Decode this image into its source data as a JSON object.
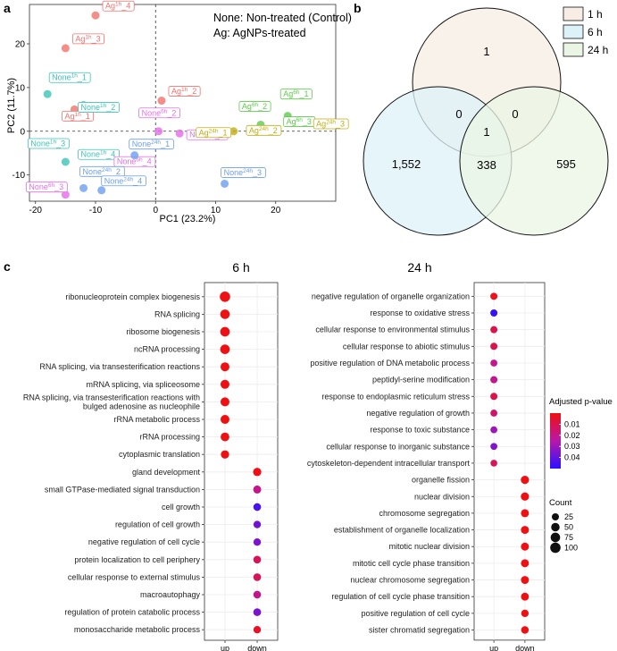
{
  "panel_labels": {
    "a": "a",
    "b": "b",
    "c": "c"
  },
  "chart_data": [
    {
      "type": "scatter",
      "panel": "a",
      "xlabel": "PC1 (23.2%)",
      "ylabel": "PC2 (11.7%)",
      "xlim": [
        -21,
        30
      ],
      "ylim": [
        -16,
        29
      ],
      "xticks": [
        "-20",
        "-10",
        "0",
        "10",
        "20"
      ],
      "xtick_values": [
        -20,
        -10,
        0,
        10,
        20
      ],
      "yticks": [
        "-10",
        "0",
        "10",
        "20"
      ],
      "ytick_values": [
        -10,
        0,
        10,
        20
      ],
      "reference_lines": {
        "x": 0,
        "y": 0,
        "style": "dashed"
      },
      "legend_text": [
        "None: Non-treated (Control)",
        "Ag: AgNPs-treated"
      ],
      "groups": {
        "Ag 1h": {
          "color": "#f2706b"
        },
        "None 1h": {
          "color": "#39c4b6"
        },
        "Ag 6h": {
          "color": "#5ccc4a"
        },
        "None 6h": {
          "color": "#e56ce8"
        },
        "Ag 24h": {
          "color": "#c1ad14"
        },
        "None 24h": {
          "color": "#6c9df0"
        }
      },
      "points": [
        {
          "x": -10,
          "y": 26.5,
          "group": "Ag 1h",
          "label": {
            "base": "Ag",
            "sup": "1h",
            "tail": "_4"
          }
        },
        {
          "x": -15,
          "y": 19,
          "group": "Ag 1h",
          "label": {
            "base": "Ag",
            "sup": "1h",
            "tail": "_3"
          }
        },
        {
          "x": 1,
          "y": 7,
          "group": "Ag 1h",
          "label": {
            "base": "Ag",
            "sup": "1h",
            "tail": "_2"
          }
        },
        {
          "x": -13.5,
          "y": 5,
          "group": "Ag 1h",
          "label": {
            "base": "Ag",
            "sup": "1h",
            "tail": "_1"
          }
        },
        {
          "x": -18,
          "y": 8.5,
          "group": "None 1h",
          "label": {
            "base": "None",
            "sup": "1h",
            "tail": "_1"
          }
        },
        {
          "x": -12,
          "y": 6,
          "group": "None 1h",
          "label": {
            "base": "None",
            "sup": "1h",
            "tail": "_2"
          }
        },
        {
          "x": -15,
          "y": -7,
          "group": "None 1h",
          "label": {
            "base": "None",
            "sup": "1h",
            "tail": "_3"
          }
        },
        {
          "x": -12,
          "y": -5,
          "group": "None 1h",
          "label": {
            "base": "None",
            "sup": "1h",
            "tail": "_4"
          }
        },
        {
          "x": 22,
          "y": 3.5,
          "group": "Ag 6h",
          "label": {
            "base": "Ag",
            "sup": "6h",
            "tail": "_1"
          }
        },
        {
          "x": 17.5,
          "y": 1.5,
          "group": "Ag 6h",
          "label": {
            "base": "Ag",
            "sup": "6h",
            "tail": "_2"
          }
        },
        {
          "x": 24,
          "y": 2.5,
          "group": "Ag 6h",
          "label": {
            "base": "Ag",
            "sup": "6h",
            "tail": "_3"
          }
        },
        {
          "x": 0.5,
          "y": 0,
          "group": "None 6h",
          "label": {
            "base": "None",
            "sup": "6h",
            "tail": "_2"
          }
        },
        {
          "x": 4,
          "y": -0.5,
          "group": "None 6h",
          "label": {
            "base": "None",
            "sup": "6h",
            "tail": "_1"
          }
        },
        {
          "x": -6,
          "y": -9.5,
          "group": "None 6h",
          "label": {
            "base": "None",
            "sup": "6h",
            "tail": "_4"
          }
        },
        {
          "x": -15,
          "y": -14.5,
          "group": "None 6h",
          "label": {
            "base": "None",
            "sup": "6h",
            "tail": "_3"
          }
        },
        {
          "x": 13,
          "y": 0,
          "group": "Ag 24h",
          "label": {
            "base": "Ag",
            "sup": "24h",
            "tail": "_1"
          }
        },
        {
          "x": 17.5,
          "y": 0.5,
          "group": "Ag 24h",
          "label": {
            "base": "Ag",
            "sup": "24h",
            "tail": "_2"
          }
        },
        {
          "x": 27.5,
          "y": 2,
          "group": "Ag 24h",
          "label": {
            "base": "Ag",
            "sup": "24h",
            "tail": "_3"
          }
        },
        {
          "x": -3.5,
          "y": -5.5,
          "group": "None 24h",
          "label": {
            "base": "None",
            "sup": "24h",
            "tail": "_1"
          }
        },
        {
          "x": -12,
          "y": -13,
          "group": "None 24h",
          "label": {
            "base": "None",
            "sup": "24h",
            "tail": "_2"
          }
        },
        {
          "x": 11.5,
          "y": -12,
          "group": "None 24h",
          "label": {
            "base": "None",
            "sup": "24h",
            "tail": "_3"
          }
        },
        {
          "x": -9,
          "y": -13.5,
          "group": "None 24h",
          "label": {
            "base": "None",
            "sup": "24h",
            "tail": "_4"
          }
        }
      ]
    },
    {
      "type": "venn",
      "panel": "b",
      "sets": [
        {
          "name": "1 h",
          "fill": "#f7ede4"
        },
        {
          "name": "6 h",
          "fill": "#ddf1f8"
        },
        {
          "name": "24 h",
          "fill": "#ebf5e4"
        }
      ],
      "regions": {
        "1h_only": "1",
        "6h_only": "1,552",
        "24h_only": "595",
        "1h_6h": "0",
        "1h_24h": "0",
        "6h_24h": "338",
        "all": "1"
      }
    },
    {
      "type": "dot",
      "panel": "c",
      "title": "6 h",
      "x_categories": [
        "up",
        "down"
      ],
      "terms": [
        {
          "term": "ribonucleoprotein complex biogenesis",
          "x": "up",
          "count": 100,
          "padj": 0.0005
        },
        {
          "term": "RNA splicing",
          "x": "up",
          "count": 75,
          "padj": 0.0005
        },
        {
          "term": "ribosome biogenesis",
          "x": "up",
          "count": 75,
          "padj": 0.0005
        },
        {
          "term": "ncRNA processing",
          "x": "up",
          "count": 75,
          "padj": 0.0005
        },
        {
          "term": "RNA splicing, via transesterification reactions",
          "x": "up",
          "count": 60,
          "padj": 0.0005
        },
        {
          "term": "mRNA splicing, via spliceosome",
          "x": "up",
          "count": 60,
          "padj": 0.0005
        },
        {
          "term": "RNA splicing, via transesterification reactions with bulged adenosine as nucleophile",
          "x": "up",
          "count": 60,
          "padj": 0.0005
        },
        {
          "term": "rRNA metabolic process",
          "x": "up",
          "count": 60,
          "padj": 0.0005
        },
        {
          "term": "rRNA processing",
          "x": "up",
          "count": 55,
          "padj": 0.0005
        },
        {
          "term": "cytoplasmic translation",
          "x": "up",
          "count": 45,
          "padj": 0.0005
        },
        {
          "term": "gland development",
          "x": "down",
          "count": 45,
          "padj": 0.001
        },
        {
          "term": "small GTPase-mediated signal transduction",
          "x": "down",
          "count": 40,
          "padj": 0.02
        },
        {
          "term": "cell growth",
          "x": "down",
          "count": 35,
          "padj": 0.045
        },
        {
          "term": "regulation of cell growth",
          "x": "down",
          "count": 30,
          "padj": 0.038
        },
        {
          "term": "negative regulation of cell cycle",
          "x": "down",
          "count": 30,
          "padj": 0.036
        },
        {
          "term": "protein localization to cell periphery",
          "x": "down",
          "count": 35,
          "padj": 0.012
        },
        {
          "term": "cellular response to external stimulus",
          "x": "down",
          "count": 35,
          "padj": 0.012
        },
        {
          "term": "macroautophagy",
          "x": "down",
          "count": 35,
          "padj": 0.02
        },
        {
          "term": "regulation of protein catabolic process",
          "x": "down",
          "count": 35,
          "padj": 0.036
        },
        {
          "term": "monosaccharide metabolic process",
          "x": "down",
          "count": 30,
          "padj": 0.004
        }
      ]
    },
    {
      "type": "dot",
      "panel": "c",
      "title": "24 h",
      "x_categories": [
        "up",
        "down"
      ],
      "terms": [
        {
          "term": "negative regulation of organelle organization",
          "x": "up",
          "count": 25,
          "padj": 0.002
        },
        {
          "term": "response to oxidative stress",
          "x": "up",
          "count": 25,
          "padj": 0.048
        },
        {
          "term": "cellular response to environmental stimulus",
          "x": "up",
          "count": 25,
          "padj": 0.01
        },
        {
          "term": "cellular response to abiotic stimulus",
          "x": "up",
          "count": 25,
          "padj": 0.01
        },
        {
          "term": "positive regulation of DNA metabolic process",
          "x": "up",
          "count": 22,
          "padj": 0.02
        },
        {
          "term": "peptidyl-serine modification",
          "x": "up",
          "count": 25,
          "padj": 0.02
        },
        {
          "term": "response to endoplasmic reticulum stress",
          "x": "up",
          "count": 25,
          "padj": 0.01
        },
        {
          "term": "negative regulation of growth",
          "x": "up",
          "count": 22,
          "padj": 0.015
        },
        {
          "term": "response to toxic substance",
          "x": "up",
          "count": 22,
          "padj": 0.03
        },
        {
          "term": "cellular response to inorganic substance",
          "x": "up",
          "count": 22,
          "padj": 0.035
        },
        {
          "term": "cytoskeleton-dependent intracellular transport",
          "x": "up",
          "count": 20,
          "padj": 0.012
        },
        {
          "term": "organelle fission",
          "x": "down",
          "count": 45,
          "padj": 0.0005
        },
        {
          "term": "nuclear division",
          "x": "down",
          "count": 45,
          "padj": 0.0005
        },
        {
          "term": "chromosome segregation",
          "x": "down",
          "count": 40,
          "padj": 0.0005
        },
        {
          "term": "establishment of organelle localization",
          "x": "down",
          "count": 40,
          "padj": 0.0005
        },
        {
          "term": "mitotic nuclear division",
          "x": "down",
          "count": 40,
          "padj": 0.0005
        },
        {
          "term": "mitotic cell cycle phase transition",
          "x": "down",
          "count": 40,
          "padj": 0.0005
        },
        {
          "term": "nuclear chromosome segregation",
          "x": "down",
          "count": 40,
          "padj": 0.0005
        },
        {
          "term": "regulation of cell cycle phase transition",
          "x": "down",
          "count": 38,
          "padj": 0.0005
        },
        {
          "term": "positive regulation of cell cycle",
          "x": "down",
          "count": 30,
          "padj": 0.0005
        },
        {
          "term": "sister chromatid segregation",
          "x": "down",
          "count": 32,
          "padj": 0.0005
        }
      ]
    }
  ],
  "legends": {
    "padj_title": "Adjusted p-value",
    "padj_range": [
      0,
      0.05
    ],
    "padj_ticks": [
      "0.01",
      "0.02",
      "0.03",
      "0.04"
    ],
    "padj_tick_values": [
      0.01,
      0.02,
      0.03,
      0.04
    ],
    "padj_colors": {
      "low": "#f01010",
      "high": "#2b10ff"
    },
    "count_title": "Count",
    "count_ticks": [
      "25",
      "50",
      "75",
      "100"
    ],
    "count_tick_values": [
      25,
      50,
      75,
      100
    ]
  }
}
